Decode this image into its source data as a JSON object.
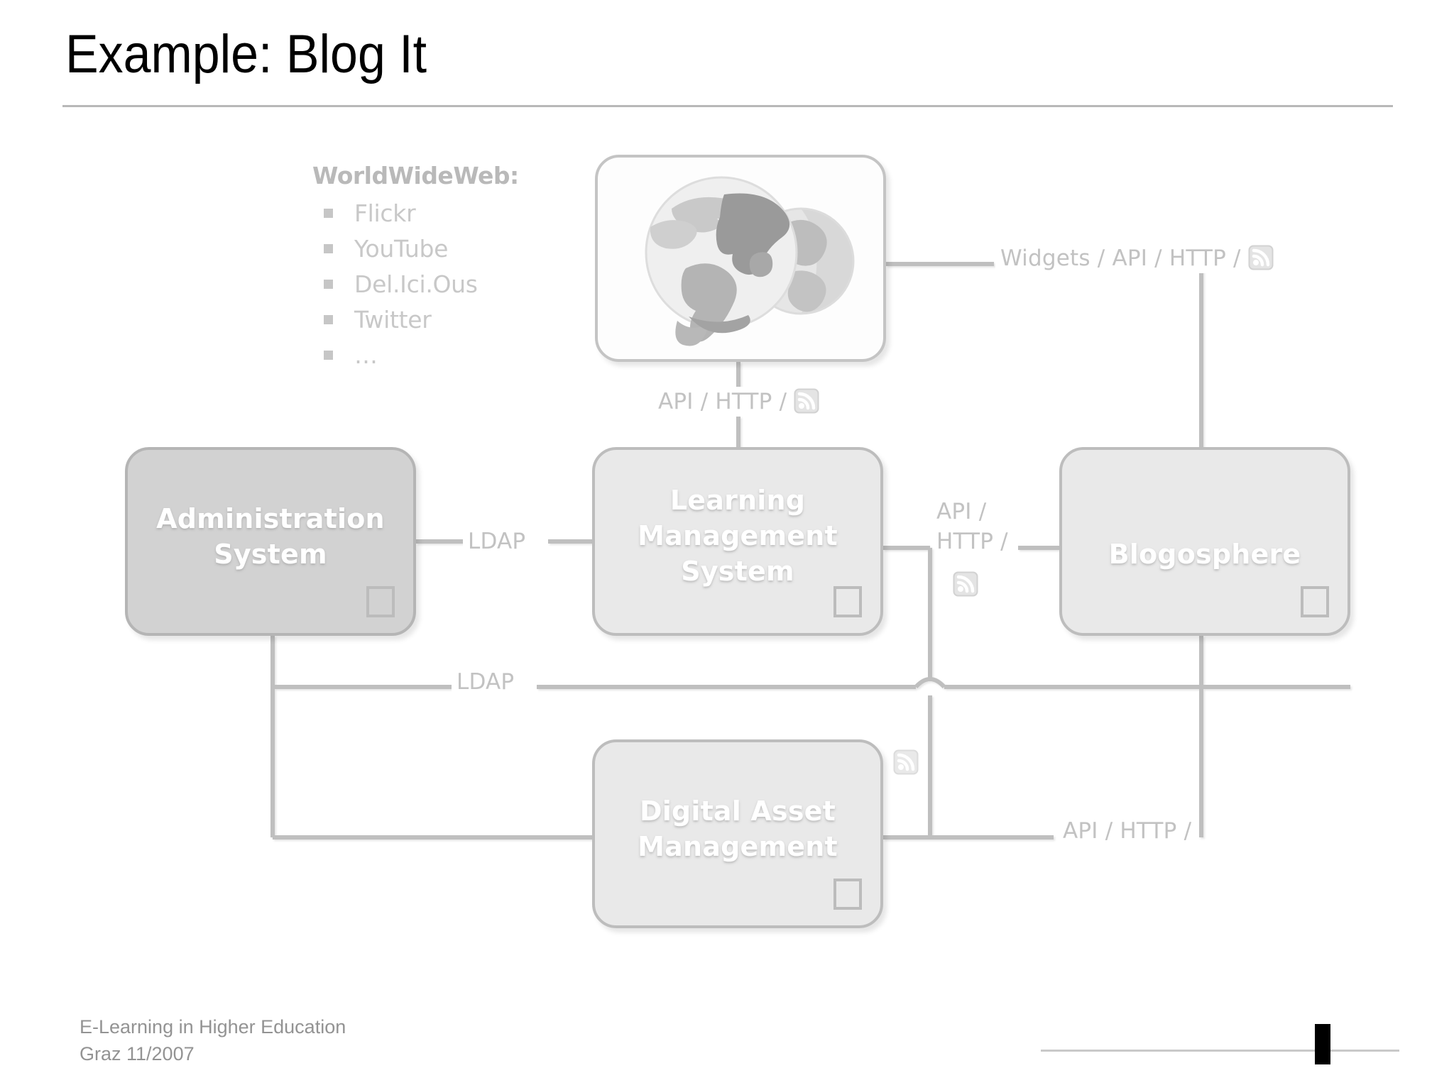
{
  "slide": {
    "title": "Example: Blog It",
    "footer_line1": "E-Learning in Higher Education",
    "footer_line2": "Graz 11/2007"
  },
  "www_list": {
    "heading": "WorldWideWeb:",
    "items": [
      "Flickr",
      "YouTube",
      "Del.Ici.Ous",
      "Twitter",
      "…"
    ]
  },
  "nodes": {
    "www": {
      "label": "",
      "icon": "globe-image"
    },
    "admin": {
      "line1": "Administration",
      "line2": "System"
    },
    "lms": {
      "line1": "Learning",
      "line2": "Management",
      "line3": "System"
    },
    "blogosphere": {
      "line1": "Blogosphere"
    },
    "dam": {
      "line1": "Digital Asset",
      "line2": "Management"
    }
  },
  "connections": {
    "widgets_api_http": "Widgets / API / HTTP /",
    "api_http_top": "API / HTTP /",
    "ldap_1": "LDAP",
    "ldap_2": "LDAP",
    "api_right_line1": "API /",
    "api_right_line2": "HTTP /",
    "api_http_bottom": "API / HTTP /"
  },
  "icons": {
    "rss": "rss-feed-icon",
    "globe": "globe-icon",
    "corner": "corner-square-icon"
  },
  "colors": {
    "title_text": "#000000",
    "rule": "#b8b8b8",
    "node_border": "#bdbdbd",
    "node_fill_light": "#e9e9e9",
    "node_fill_dark": "#d2d2d2",
    "node_text": "#ffffff",
    "wire": "#bfbfbf",
    "wire_label": "#c2c2c2",
    "list_text": "#c8c8c8",
    "footer_text": "#939393",
    "marker": "#000000"
  }
}
